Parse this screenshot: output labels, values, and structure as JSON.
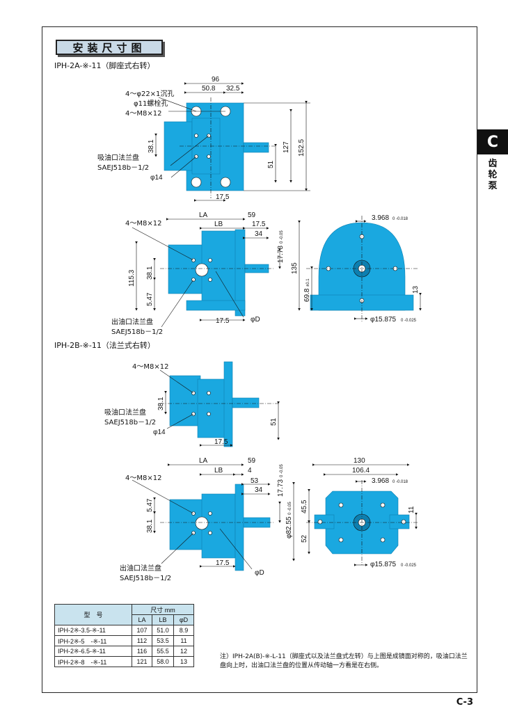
{
  "section_title": "安装尺寸图",
  "subtitle_a": "IPH-2A-※-11（脚座式右转）",
  "subtitle_b": "IPH-2B-※-11（法兰式右转）",
  "side_tab": "C",
  "side_label": "齿轮泵",
  "page_number": "C-3",
  "colors": {
    "pump": "#1aa8e0",
    "pump_dark": "#0d7fb0",
    "header_fill": "#c9e3ee"
  },
  "fig1": {
    "d96": "96",
    "d50_8": "50.8",
    "d32_5": "32.5",
    "holes": "4～φ22×1沉孔",
    "bolt": "φ11螺栓孔",
    "m8": "4～M8×12",
    "d38_1": "38.1",
    "d127": "127",
    "d152_5": "152.5",
    "d51": "51",
    "flange": "吸油口法兰盘",
    "saej": "SAEJ518b－1/2",
    "phi14": "φ14",
    "d17_5": "17.5"
  },
  "fig2": {
    "la": "LA",
    "d59": "59",
    "lb": "LB",
    "d17_5": "17.5",
    "d34": "34",
    "m8": "4～M8×12",
    "d17_73": "17.73",
    "d17_73_tol": "0 -0.05",
    "d115_3": "115.3",
    "d38_1": "38.1",
    "d5_47": "5.47",
    "d135": "135",
    "d69_8": "69.8",
    "d69_8_tol": "±0.1",
    "d13": "13",
    "d3_968": "3.968",
    "d3_968_tol": "0 -0.018",
    "d15_875": "φ15.875",
    "d15_875_tol": "0 -0.025",
    "outlet": "出油口法兰盘",
    "saej": "SAEJ518b－1/2",
    "d17_5b": "17.5",
    "phiD": "φD"
  },
  "fig3": {
    "m8": "4～M8×12",
    "d38_1": "38.1",
    "d51": "51",
    "flange": "吸油口法兰盘",
    "saej": "SAEJ518b－1/2",
    "phi14": "φ14",
    "d17_5": "17.5"
  },
  "fig4": {
    "la": "LA",
    "d59": "59",
    "lb": "LB",
    "d4": "4",
    "d53": "53",
    "d34": "34",
    "m8": "4～M8×12",
    "d5_47": "5.47",
    "d38_1": "38.1",
    "d17_73": "17.73",
    "d17_73_tol": "0 -0.05",
    "d82_55": "φ82.55",
    "d82_55_tol": "0 -0.05",
    "d130": "130",
    "d106_4": "106.4",
    "d3_968": "3.968",
    "d3_968_tol": "0 -0.018",
    "d45_5": "45.5",
    "d52": "52",
    "d11": "11",
    "d15_875": "φ15.875",
    "d15_875_tol": "0 -0.025",
    "outlet": "出油口法兰盘",
    "saej": "SAEJ518b－1/2",
    "d17_5": "17.5",
    "phiD": "φD"
  },
  "table": {
    "model_header": "型　号",
    "size_header": "尺寸 mm",
    "cols": [
      "LA",
      "LB",
      "φD"
    ],
    "rows": [
      {
        "model": "IPH-2※-3.5-※-11",
        "la": "107",
        "lb": "51.0",
        "d": "8.9"
      },
      {
        "model": "IPH-2※-5　-※-11",
        "la": "112",
        "lb": "53.5",
        "d": "11"
      },
      {
        "model": "IPH-2※-6.5-※-11",
        "la": "116",
        "lb": "55.5",
        "d": "12"
      },
      {
        "model": "IPH-2※-8　-※-11",
        "la": "121",
        "lb": "58.0",
        "d": "13"
      }
    ]
  },
  "note": "注）IPH-2A(B)-※-L-11（脚座式以及法兰盘式左转）与上图是成镜面对称的，吸油口法兰盘向上时，出油口法兰盘的位置从传动轴一方看是在右侧。"
}
